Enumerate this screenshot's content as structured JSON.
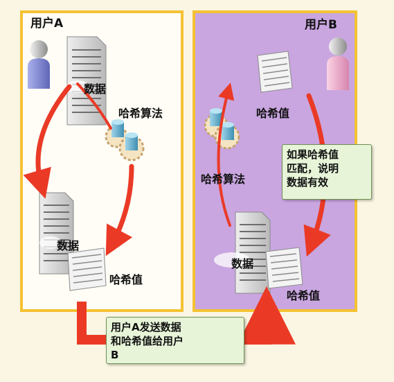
{
  "user_a": {
    "title": "用户A",
    "data_label": "数据",
    "hash_algo_label": "哈希算法",
    "hash_value_label": "哈希值"
  },
  "user_b": {
    "title": "用户B",
    "hash_value_top_label": "哈希值",
    "hash_algo_label": "哈希算法",
    "data_label": "数据",
    "hash_value_bottom_label": "哈希值",
    "note": [
      "如果哈希值",
      "匹配，说明",
      "数据有效"
    ]
  },
  "transfer_note": [
    "用户A发送数据",
    "和哈希值给用户",
    "B"
  ],
  "colors": {
    "arrow": "#ea3a26",
    "panel_border": "#f4c233",
    "panel_b_fill": "#c9a6e0",
    "note_fill": "#e7f4d8",
    "user_a": "#8a92d6",
    "user_b": "#f1b3cf"
  },
  "icons": [
    "person-icon",
    "document-icon",
    "gears-icon",
    "hash-sheet-icon"
  ]
}
